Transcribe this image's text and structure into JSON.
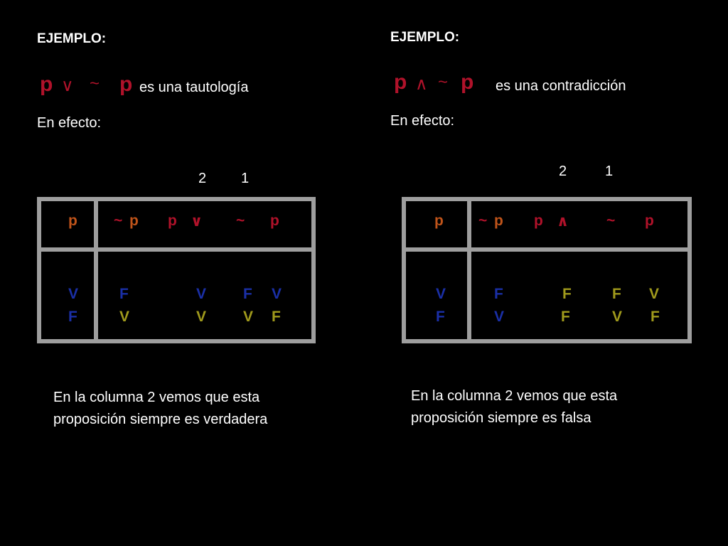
{
  "colors": {
    "background": "#000000",
    "text": "#ffffff",
    "frame": "#9e9e9e",
    "formula": "#b0122a",
    "header_p": "#c0541a",
    "header_other": "#b0122a",
    "value_blue": "#1a2fa6",
    "value_olive": "#a09a1c"
  },
  "left": {
    "title": "EJEMPLO:",
    "formula": {
      "p1": "p",
      "op": "∨",
      "neg": "~",
      "p2": "p",
      "desc": "es una tautología"
    },
    "intro": "En efecto:",
    "col_numbers": [
      "2",
      "1"
    ],
    "headers": {
      "p": "p",
      "neg": "~",
      "negp": "p",
      "p2": "p",
      "op": "∨",
      "neg2": "~",
      "p3": "p"
    },
    "rows": [
      [
        "V",
        "F",
        "V",
        "F",
        "V"
      ],
      [
        "F",
        "V",
        "V",
        "V",
        "F"
      ]
    ],
    "note": [
      "En la columna 2 vemos que esta",
      "proposición siempre es verdadera"
    ]
  },
  "right": {
    "title": "EJEMPLO:",
    "formula": {
      "p1": "p",
      "op": "∧",
      "neg": "~",
      "p2": "p",
      "desc": "es una contradicción"
    },
    "intro": "En efecto:",
    "col_numbers": [
      "2",
      "1"
    ],
    "headers": {
      "p": "p",
      "neg": "~",
      "negp": "p",
      "p2": "p",
      "op": "∧",
      "neg2": "~",
      "p3": "p"
    },
    "rows": [
      [
        "V",
        "F",
        "F",
        "F",
        "V"
      ],
      [
        "F",
        "V",
        "F",
        "V",
        "F"
      ]
    ],
    "note": [
      "En la columna 2 vemos que esta",
      "proposición siempre es falsa"
    ]
  }
}
